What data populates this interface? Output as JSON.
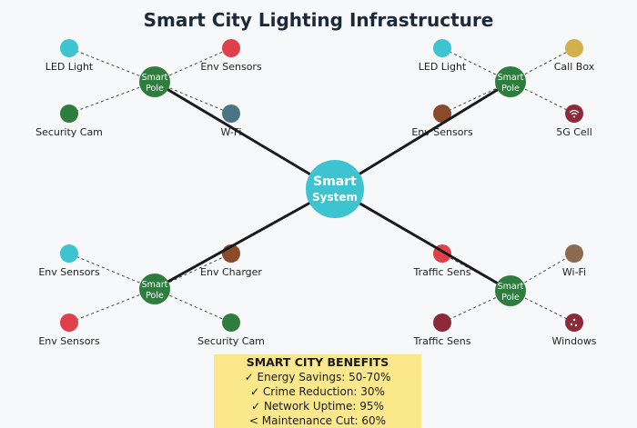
{
  "title": "Smart City Lighting Infrastructure",
  "center": {
    "label1": "Smart",
    "label2": "System",
    "color": "#3dc4d0"
  },
  "pole_color": "#2e7d3e",
  "poles": [
    {
      "l1": "Smart",
      "l2": "Pole",
      "satellites": [
        {
          "label": "LED Light",
          "color": "#3dc4d0"
        },
        {
          "label": "Env Sensors",
          "color": "#e0404a"
        },
        {
          "label": "Security Cam",
          "color": "#2e7d3e"
        },
        {
          "label": "W-Fi",
          "color": "#4a7484"
        }
      ]
    },
    {
      "l1": "Smart",
      "l2": "Pole",
      "satellites": [
        {
          "label": "LED Light",
          "color": "#3dc4d0"
        },
        {
          "label": "Call Box",
          "color": "#d2b04c"
        },
        {
          "label": "Env Sensors",
          "color": "#8b4a2a"
        },
        {
          "label": "5G Cell",
          "color": "#8c2a3a",
          "icon": "wifi-icon"
        }
      ]
    },
    {
      "l1": "Smart",
      "l2": "Pole",
      "satellites": [
        {
          "label": "Env Sensors",
          "color": "#3dc4d0"
        },
        {
          "label": "Env Charger",
          "color": "#8b4a2a"
        },
        {
          "label": "Env Sensors",
          "color": "#e0404a"
        },
        {
          "label": "Security Cam",
          "color": "#2e7d3e"
        }
      ]
    },
    {
      "l1": "Smart",
      "l2": "Pole",
      "satellites": [
        {
          "label": "Traffic Sens",
          "color": "#e0404a"
        },
        {
          "label": "Wi-Fi",
          "color": "#8b6a50"
        },
        {
          "label": "Traffic Sens",
          "color": "#8c2a3a"
        },
        {
          "label": "Windows",
          "color": "#8c2a3a",
          "icon": "dots-icon"
        }
      ]
    }
  ],
  "benefits": {
    "title": "SMART CITY BENEFITS",
    "items": [
      "✓ Energy Savings: 50-70%",
      "✓ Crime Reduction: 30%",
      "✓ Network Uptime: 95%",
      "<  Maintenance Cut: 60%"
    ],
    "color": "#fbe88a"
  }
}
